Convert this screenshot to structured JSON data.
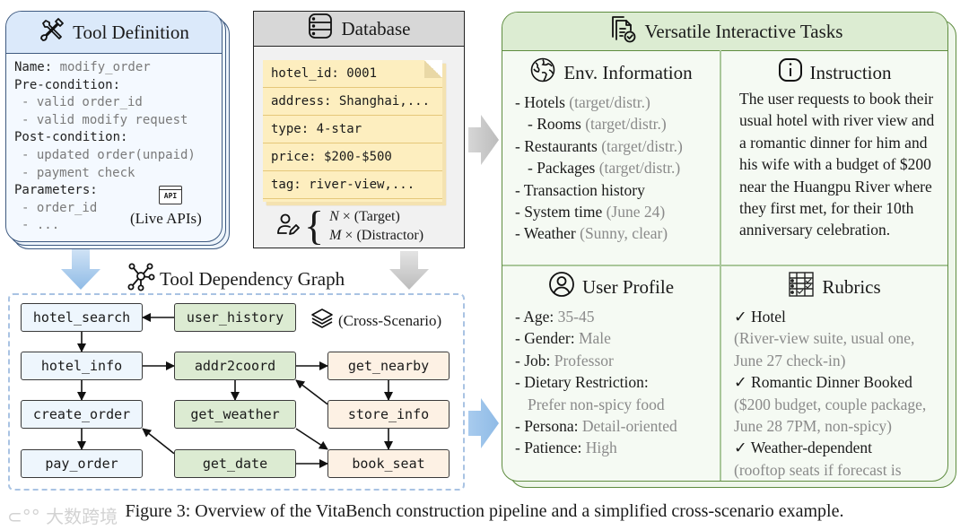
{
  "tool_definition": {
    "title": "Tool Definition",
    "icon": "tools-icon",
    "lines": [
      {
        "key": "Name: ",
        "value": "modify_order"
      },
      {
        "key": "Pre-condition:",
        "value": ""
      },
      {
        "indent": " - valid order_id"
      },
      {
        "indent": " - valid modify request"
      },
      {
        "key": "Post-condition:",
        "value": ""
      },
      {
        "indent": " - updated order(unpaid)"
      },
      {
        "indent": " - payment check"
      },
      {
        "key": "Parameters:",
        "value": ""
      },
      {
        "indent": " - order_id"
      },
      {
        "indent": " - ..."
      }
    ],
    "api_badge": "API",
    "api_label": "(Live APIs)"
  },
  "database": {
    "title": "Database",
    "icon": "database-icon",
    "rows": [
      "hotel_id: 0001",
      "address: Shanghai,...",
      "type: 4-star",
      "price: $200-$500",
      "tag: river-view,..."
    ],
    "target_label": "N × (Target)",
    "distractor_label": "M × (Distractor)",
    "target_var": "N",
    "distractor_var": "M",
    "target_text": "× (Target)",
    "distractor_text": "× (Distractor)"
  },
  "graph": {
    "title": "Tool Dependency Graph",
    "cross_scenario_label": "(Cross-Scenario)",
    "nodes": {
      "hotel_search": "hotel_search",
      "hotel_info": "hotel_info",
      "create_order": "create_order",
      "pay_order": "pay_order",
      "user_history": "user_history",
      "addr2coord": "addr2coord",
      "get_weather": "get_weather",
      "get_date": "get_date",
      "get_nearby": "get_nearby",
      "store_info": "store_info",
      "book_seat": "book_seat"
    },
    "edges": [
      [
        "user_history",
        "hotel_search"
      ],
      [
        "hotel_search",
        "hotel_info"
      ],
      [
        "hotel_info",
        "create_order"
      ],
      [
        "create_order",
        "pay_order"
      ],
      [
        "hotel_info",
        "addr2coord"
      ],
      [
        "addr2coord",
        "get_weather"
      ],
      [
        "addr2coord",
        "get_nearby"
      ],
      [
        "get_nearby",
        "store_info"
      ],
      [
        "store_info",
        "addr2coord"
      ],
      [
        "store_info",
        "book_seat"
      ],
      [
        "get_weather",
        "book_seat"
      ],
      [
        "get_date",
        "book_seat"
      ],
      [
        "get_date",
        "create_order"
      ]
    ]
  },
  "tasks": {
    "title": "Versatile Interactive Tasks",
    "env": {
      "title": "Env. Information",
      "items": [
        {
          "main": "- Hotels ",
          "note": "(target/distr.)",
          "indent": false
        },
        {
          "main": "- Rooms ",
          "note": "(target/distr.)",
          "indent": true
        },
        {
          "main": "- Restaurants ",
          "note": "(target/distr.)",
          "indent": false
        },
        {
          "main": "- Packages ",
          "note": "(target/distr.)",
          "indent": true
        },
        {
          "main": "- Transaction history",
          "note": "",
          "indent": false
        },
        {
          "main": "- System time ",
          "note": "(June 24)",
          "indent": false
        },
        {
          "main": "- Weather ",
          "note": "(Sunny, clear)",
          "indent": false
        }
      ]
    },
    "instruction": {
      "title": "Instruction",
      "text": "The user requests to book their usual hotel with river view and a romantic dinner for him and his wife with a budget of $200 near the Huangpu River where they first met, for their 10th anniversary celebration."
    },
    "profile": {
      "title": "User Profile",
      "items": [
        {
          "main": "- Age: ",
          "note": "35-45"
        },
        {
          "main": "- Gender: ",
          "note": "Male"
        },
        {
          "main": "- Job: ",
          "note": "Professor"
        },
        {
          "main": "- Dietary Restriction:",
          "note": ""
        },
        {
          "main": "",
          "note": "Prefer non-spicy food",
          "indent": true
        },
        {
          "main": "- Persona: ",
          "note": "Detail-oriented"
        },
        {
          "main": "- Patience: ",
          "note": "High"
        }
      ]
    },
    "rubrics": {
      "title": "Rubrics",
      "items": [
        {
          "main": "✓ Hotel ",
          "note": "(River-view suite, usual one, June 27 check-in)"
        },
        {
          "main": "✓ Romantic Dinner Booked",
          "note": "($200 budget, couple package, June 28 7PM, non-spicy)"
        },
        {
          "main": "✓ Weather-dependent",
          "note": "(rooftop seats if forecast is clear; otherwise indoor)"
        }
      ]
    }
  },
  "caption": "Figure 3: Overview of the VitaBench construction pipeline and a simplified cross-scenario example.",
  "watermark": "大数跨境",
  "colors": {
    "tool_blue": "#dbe9fa",
    "db_gray": "#d7d7d7",
    "task_green": "#dcecd2",
    "note_yellow": "#fdeebf",
    "node_blue": "#eef6fd",
    "node_green": "#dcebd2",
    "node_orange": "#fdf1e4",
    "arrow_blue": "#9cc3e8",
    "arrow_gray": "#c4c4c4"
  }
}
